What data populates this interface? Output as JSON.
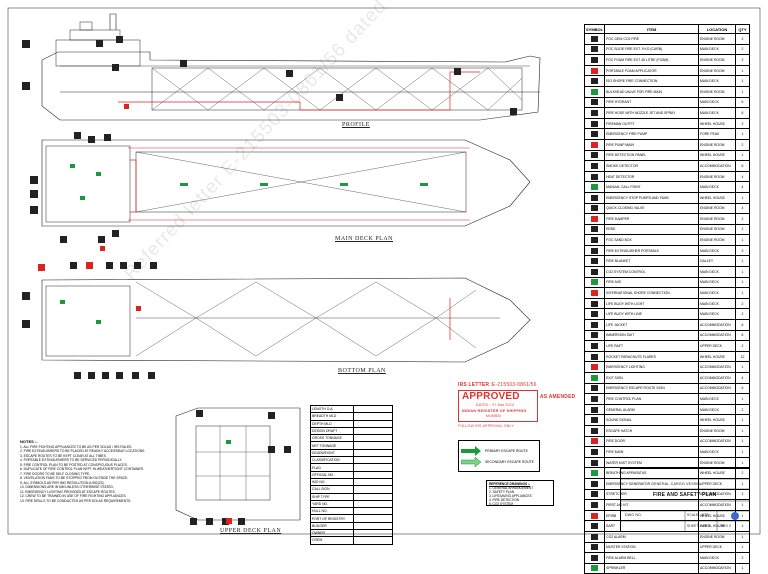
{
  "views": {
    "profile": "PROFILE",
    "main_deck": "MAIN DECK PLAN",
    "bottom": "BOTTOM PLAN",
    "upper_deck": "UPPER DECK PLAN"
  },
  "legend": {
    "headers": {
      "symbol": "SYMBOL",
      "item": "ITEM",
      "location": "LOCATION",
      "qty": "QTY"
    },
    "rows": [
      {
        "item": "FOC GEN/ CO2 FIRE",
        "loc": "ENGINE ROOM",
        "qty": "2"
      },
      {
        "item": "FOC SLIDE FIRE EXT. 9 KG (CARB)",
        "loc": "MAIN DECK",
        "qty": "2"
      },
      {
        "item": "FOC FOAM FIRE EXT 45 LITRE (FOAM)",
        "loc": "ENGINE ROOM",
        "qty": "2"
      },
      {
        "item": "PORTABLE FOAM APPLICATOR",
        "loc": "ENGINE ROOM",
        "qty": "1"
      },
      {
        "item": "ISO SHORE FIRE CONNECTION",
        "loc": "MAIN DECK",
        "qty": "1"
      },
      {
        "item": "BULKHEAD VALVE FOR FIRE MAIN",
        "loc": "ENGINE ROOM",
        "qty": "1"
      },
      {
        "item": "FIRE HYDRANT",
        "loc": "MAIN DECK",
        "qty": "6"
      },
      {
        "item": "FIRE HOSE WITH NOZZLE JET AND SPRAY",
        "loc": "MAIN DECK",
        "qty": "6"
      },
      {
        "item": "FIREMAN OUTFIT",
        "loc": "WHEEL HOUSE",
        "qty": "2"
      },
      {
        "item": "EMERGENCY FIRE PUMP",
        "loc": "FORE PEAK",
        "qty": "1"
      },
      {
        "item": "FIRE PUMP MAIN",
        "loc": "ENGINE ROOM",
        "qty": "2"
      },
      {
        "item": "FIRE DETECTION PANEL",
        "loc": "WHEEL HOUSE",
        "qty": "1"
      },
      {
        "item": "SMOKE DETECTOR",
        "loc": "ACCOMMODATION",
        "qty": "6"
      },
      {
        "item": "HEAT DETECTOR",
        "loc": "ENGINE ROOM",
        "qty": "4"
      },
      {
        "item": "MANUAL CALL POINT",
        "loc": "MAIN DECK",
        "qty": "4"
      },
      {
        "item": "EMERGENCY STOP PUMPS AND FANS",
        "loc": "WHEEL HOUSE",
        "qty": "1"
      },
      {
        "item": "QUICK CLOSING VALVE",
        "loc": "ENGINE ROOM",
        "qty": "4"
      },
      {
        "item": "FIRE DAMPER",
        "loc": "ENGINE ROOM",
        "qty": "2"
      },
      {
        "item": "EEBD",
        "loc": "ENGINE ROOM",
        "qty": "2"
      },
      {
        "item": "FOC SAND BOX",
        "loc": "ENGINE ROOM",
        "qty": "1"
      },
      {
        "item": "FIRE EXTINGUISHER PORTABLE",
        "loc": "MAIN DECK",
        "qty": "3"
      },
      {
        "item": "FIRE BLANKET",
        "loc": "GALLEY",
        "qty": "1"
      },
      {
        "item": "CO2 SYSTEM CONTROL",
        "loc": "MAIN DECK",
        "qty": "1"
      },
      {
        "item": "FIRE AXE",
        "loc": "MAIN DECK",
        "qty": "1"
      },
      {
        "item": "INTERNATIONAL SHORE CONNECTION",
        "loc": "MAIN DECK",
        "qty": "1"
      },
      {
        "item": "LIFE BUOY WITH LIGHT",
        "loc": "MAIN DECK",
        "qty": "2"
      },
      {
        "item": "LIFE BUOY WITH LINE",
        "loc": "MAIN DECK",
        "qty": "2"
      },
      {
        "item": "LIFE JACKET",
        "loc": "ACCOMMODATION",
        "qty": "6"
      },
      {
        "item": "IMMERSION SUIT",
        "loc": "ACCOMMODATION",
        "qty": "6"
      },
      {
        "item": "LIFE RAFT",
        "loc": "UPPER DECK",
        "qty": "2"
      },
      {
        "item": "ROCKET PARACHUTE FLARES",
        "loc": "WHEEL HOUSE",
        "qty": "12"
      },
      {
        "item": "EMERGENCY LIGHTING",
        "loc": "ACCOMMODATION",
        "qty": "1"
      },
      {
        "item": "EXIT SIGN",
        "loc": "ACCOMMODATION",
        "qty": "4"
      },
      {
        "item": "EMERGENCY ESCAPE ROUTE SIGN",
        "loc": "ACCOMMODATION",
        "qty": "6"
      },
      {
        "item": "FIRE CONTROL PLAN",
        "loc": "MAIN DECK",
        "qty": "1"
      },
      {
        "item": "GENERAL ALARM",
        "loc": "MAIN DECK",
        "qty": "2"
      },
      {
        "item": "SOUND SIGNAL",
        "loc": "WHEEL HOUSE",
        "qty": "1"
      },
      {
        "item": "ESCAPE HATCH",
        "loc": "ENGINE ROOM",
        "qty": "1"
      },
      {
        "item": "FIRE DOOR",
        "loc": "ACCOMMODATION",
        "qty": "1"
      },
      {
        "item": "FIRE MAIN",
        "loc": "MAIN DECK",
        "qty": "1"
      },
      {
        "item": "WATER MIST SYSTEM",
        "loc": "ENGINE ROOM",
        "qty": "1"
      },
      {
        "item": "BREATHING APPARATUS",
        "loc": "WHEEL HOUSE",
        "qty": "2"
      },
      {
        "item": "EMERGENCY GENERATOR",
        "loc": "UPPER DECK",
        "qty": "1"
      },
      {
        "item": "STRETCHER",
        "loc": "ACCOMMODATION",
        "qty": "1"
      },
      {
        "item": "FIRST AID KIT",
        "loc": "ACCOMMODATION",
        "qty": "1"
      },
      {
        "item": "EPIRB",
        "loc": "WHEEL HOUSE",
        "qty": "1"
      },
      {
        "item": "SART",
        "loc": "WHEEL HOUSE",
        "qty": "1"
      },
      {
        "item": "CO2 ALARM",
        "loc": "ENGINE ROOM",
        "qty": "1"
      },
      {
        "item": "MUSTER STATION",
        "loc": "UPPER DECK",
        "qty": "1"
      },
      {
        "item": "FIRE ALARM BELL",
        "loc": "MAIN DECK",
        "qty": "2"
      },
      {
        "item": "SPRINKLER",
        "loc": "ACCOMMODATION",
        "qty": "1"
      }
    ]
  },
  "particulars": {
    "rows": [
      {
        "k": "LENGTH O.A.",
        "v": ""
      },
      {
        "k": "BREADTH MLD",
        "v": ""
      },
      {
        "k": "DEPTH MLD",
        "v": ""
      },
      {
        "k": "DESIGN DRAFT",
        "v": ""
      },
      {
        "k": "GROSS TONNAGE",
        "v": ""
      },
      {
        "k": "NET TONNAGE",
        "v": ""
      },
      {
        "k": "DEADWEIGHT",
        "v": ""
      },
      {
        "k": "CLASSIFICATION",
        "v": ""
      },
      {
        "k": "FLAG",
        "v": ""
      },
      {
        "k": "OFFICIAL NO.",
        "v": ""
      },
      {
        "k": "IMO NO.",
        "v": ""
      },
      {
        "k": "CALL SIGN",
        "v": ""
      },
      {
        "k": "SHIP TYPE",
        "v": ""
      },
      {
        "k": "YARD NO.",
        "v": ""
      },
      {
        "k": "HULL NO.",
        "v": ""
      },
      {
        "k": "PORT OF REGISTRY",
        "v": ""
      },
      {
        "k": "BUILDER",
        "v": ""
      },
      {
        "k": "OWNER",
        "v": ""
      },
      {
        "k": "CREW",
        "v": ""
      }
    ]
  },
  "notes": {
    "heading": "NOTES :-",
    "lines": [
      "1. ALL FIRE FIGHTING APPLIANCES TO BE AS PER SOLAS / IRS RULES.",
      "2. FIRE EXTINGUISHERS TO BE PLACED AT READILY ACCESSIBLE LOCATIONS.",
      "3. ESCAPE ROUTES TO BE KEPT CLEAR AT ALL TIMES.",
      "4. PORTABLE EXTINGUISHERS TO BE SERVICED PERIODICALLY.",
      "5. FIRE CONTROL PLAN TO BE POSTED AT CONSPICUOUS PLACES.",
      "6. DUPLICATE OF FIRE CONTROL PLAN KEPT IN WEATHERTIGHT CONTAINER.",
      "7. FIRE DOORS TO BE SELF CLOSING TYPE.",
      "8. VENTILATION FANS TO BE STOPPED FROM OUTSIDE THE SPACE.",
      "9. ALL SYMBOLS AS PER IMO RESOLUTION A.952(23).",
      "10. DIMENSIONS ARE IN MM UNLESS OTHERWISE STATED.",
      "11. EMERGENCY LIGHTING PROVIDED AT ESCAPE ROUTES.",
      "12. CREW TO BE TRAINED IN USE OF FIRE FIGHTING APPLIANCES.",
      "13. FIRE DRILLS TO BE CONDUCTED AS PER SOLAS REQUIREMENTS."
    ]
  },
  "stamp": {
    "file_letter": "IRS LETTER :",
    "file_no": "E-215503-0861/56",
    "approved": "APPROVED",
    "as_amended": "AS AMENDED",
    "date": "DATED : 07 Mar 2024",
    "society": "INDIAN REGISTER OF SHIPPING",
    "office": "MUMBAI",
    "note": "FOLLOW IRS APPROVAL ONLY"
  },
  "routes": {
    "primary": "PRIMARY ESCAPE ROUTE",
    "secondary": "SECONDARY ESCAPE ROUTE"
  },
  "refs": {
    "heading": "REFERENCE DRAWINGS :-",
    "lines": [
      "1. GENERAL ARRANGEMENT",
      "2. SAFETY PLAN",
      "3. LIFESAVING APPLIANCES",
      "4. FIRE DETECTION",
      "5. CO2 SYSTEM"
    ]
  },
  "title_block": {
    "title": "FIRE AND SAFETY PLAN",
    "project": "GENERAL CARGO VESSEL",
    "dwg_no": "DWG NO.",
    "sheet": "SHEET 1 OF 1",
    "scale": "SCALE : NTS",
    "rev": "REV 0"
  },
  "watermark": "Referred letter E-215503-0861/56 dated 07 March 2024",
  "colors": {
    "red": "#d22222",
    "green": "#1a9a3a",
    "ink": "#111111"
  }
}
